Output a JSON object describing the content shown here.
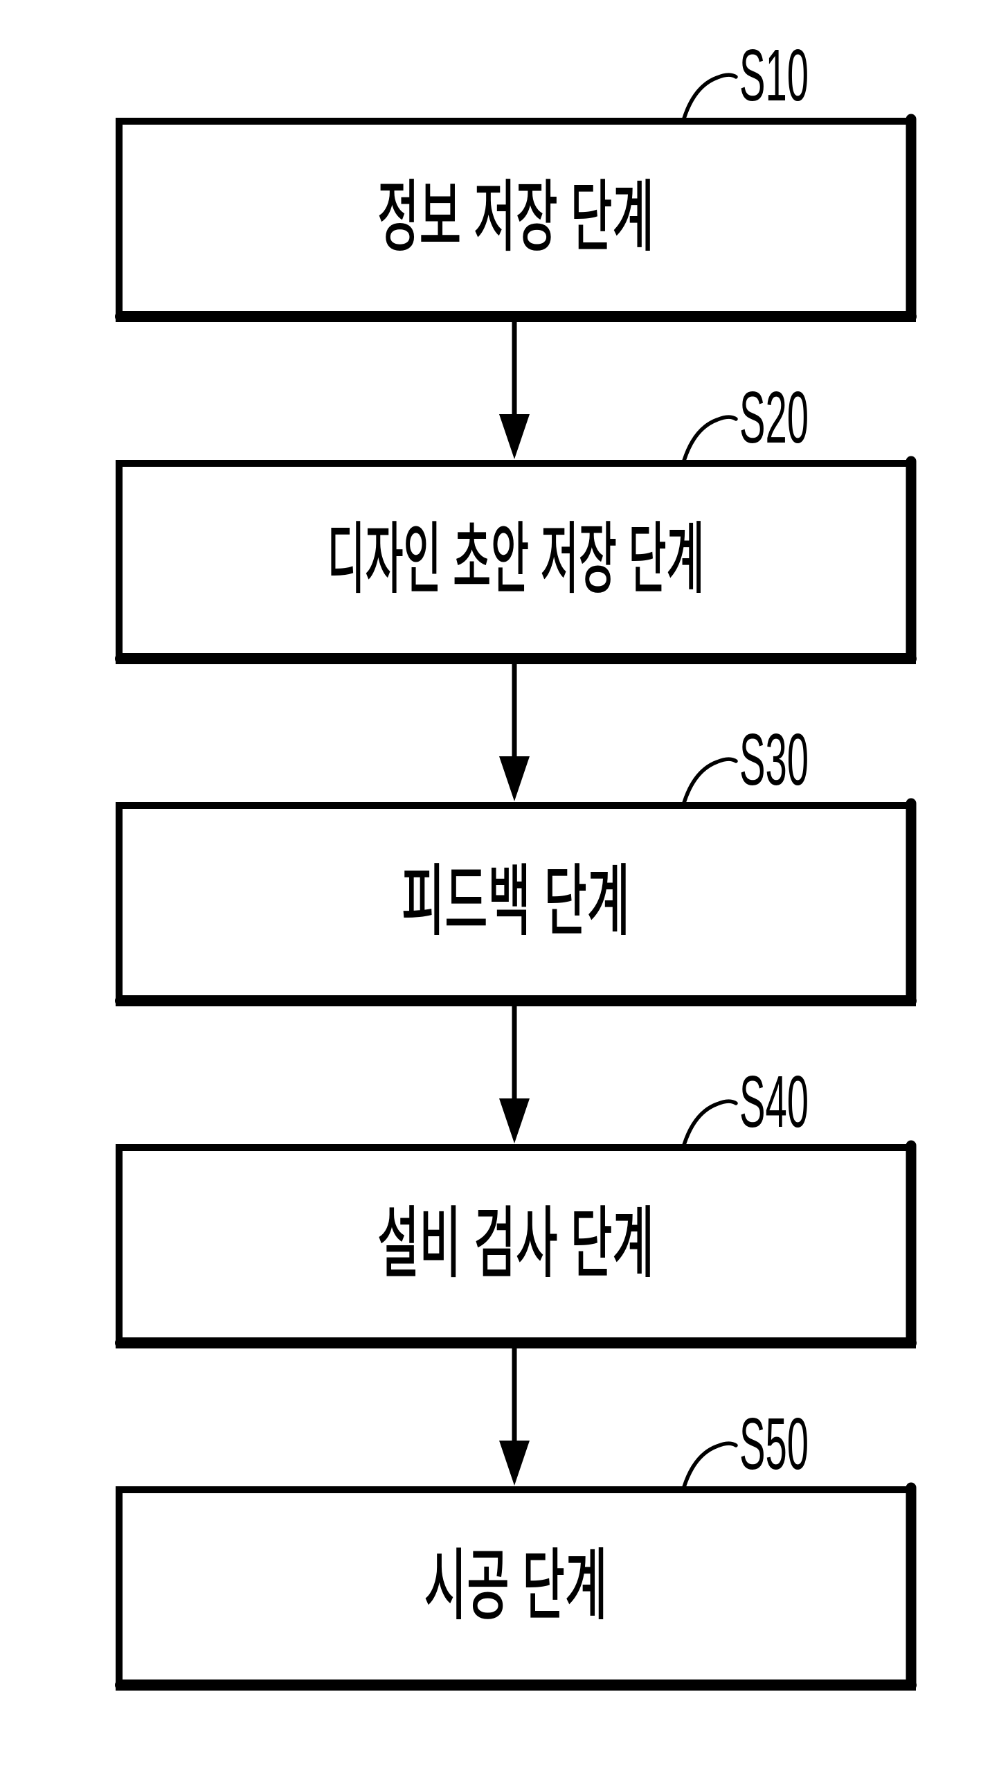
{
  "figure": {
    "type": "flowchart",
    "direction": "top-to-bottom",
    "colors": {
      "ink": "#000000",
      "background": "#ffffff"
    },
    "steps": [
      {
        "ref": "S10",
        "label": "정보 저장 단계"
      },
      {
        "ref": "S20",
        "label": "디자인 초안 저장 단계"
      },
      {
        "ref": "S30",
        "label": "피드백 단계"
      },
      {
        "ref": "S40",
        "label": "설비 검사 단계"
      },
      {
        "ref": "S50",
        "label": "시공 단계"
      }
    ]
  }
}
